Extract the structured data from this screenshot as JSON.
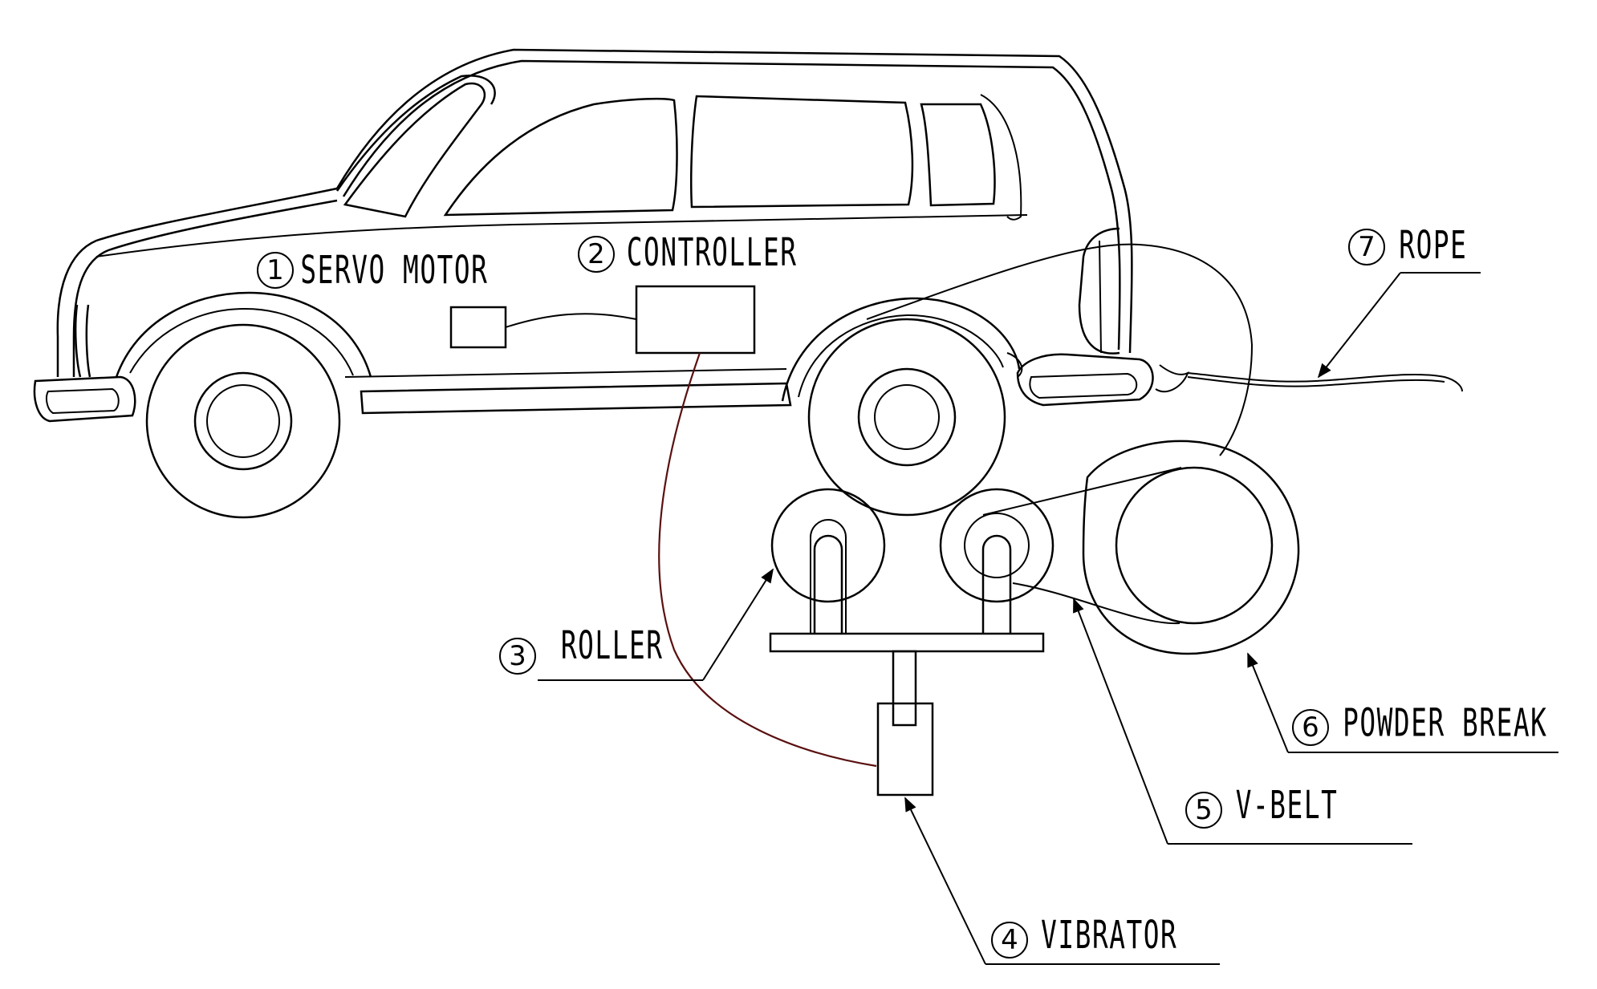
{
  "labels": {
    "servo_motor": {
      "number": "1",
      "text": "SERVO MOTOR"
    },
    "controller": {
      "number": "2",
      "text": "CONTROLLER"
    },
    "roller": {
      "number": "3",
      "text": "ROLLER"
    },
    "vibrator": {
      "number": "4",
      "text": "VIBRATOR"
    },
    "v_belt": {
      "number": "5",
      "text": "V-BELT"
    },
    "powder_break": {
      "number": "6",
      "text": "POWDER BREAK"
    },
    "rope": {
      "number": "7",
      "text": "ROPE"
    }
  }
}
